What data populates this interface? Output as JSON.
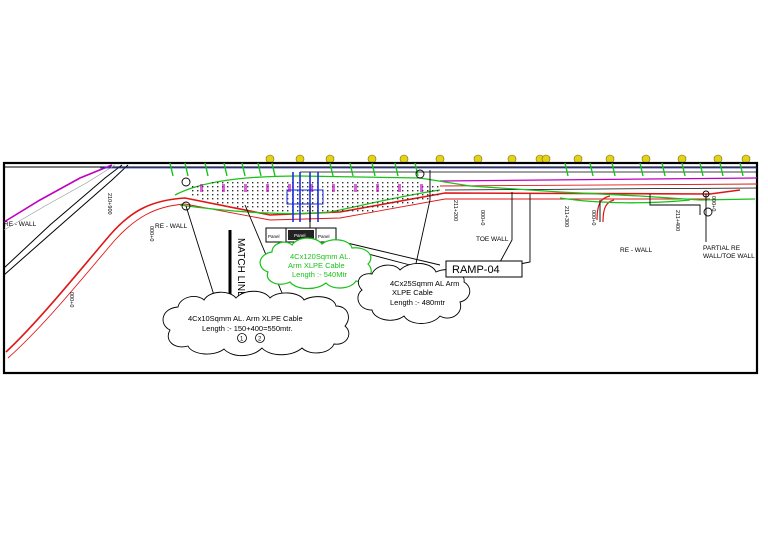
{
  "colors": {
    "outline": "#000000",
    "cable_red": "#e01616",
    "road_magenta": "#c000c0",
    "green": "#19c219",
    "blue": "#1a2fd8",
    "tree_yellow": "#e2d21a",
    "chainage_gray": "#555555"
  },
  "labels": {
    "re_wall_left": "RE - WALL",
    "re_wall_mid": "RE - WALL",
    "re_wall_right": "RE - WALL",
    "toe_wall": "TOE WALL",
    "partial_re_1": "PARTIAL RE",
    "partial_re_2": "WALL/TOE WALL",
    "match_line": "MATCH LINE",
    "ramp": "RAMP-04"
  },
  "chainages": {
    "c1": "210+900",
    "c2": "000+0",
    "c3": "000+0",
    "c4": "211+200",
    "c5": "000+0",
    "c6": "211+300",
    "c7": "000+0",
    "c8": "211+400",
    "c9": "000+0"
  },
  "panels": {
    "p1": "Panel",
    "p2": "Panel",
    "p3": "Panel"
  },
  "cables": {
    "cable_10": {
      "line1": "4Cx10Sqmm AL. Arm XLPE Cable",
      "line2": "Length :- 150+400=550mtr.",
      "marker1": "1",
      "marker2": "2"
    },
    "cable_120": {
      "line1": "4Cx120Sqmm AL.",
      "line2": "Arm XLPE Cable",
      "line3": "Length :- 540Mtr"
    },
    "cable_25": {
      "line1": "4Cx25Sqmm AL Arm",
      "line2": "XLPE Cable",
      "line3": "Length :- 480mtr"
    }
  }
}
